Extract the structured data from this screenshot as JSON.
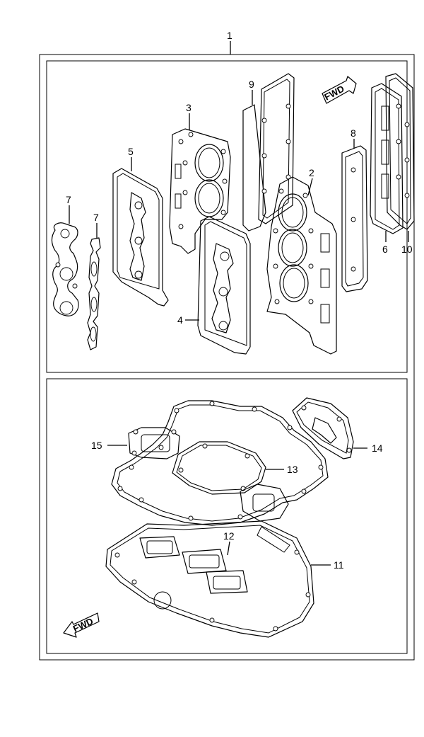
{
  "diagram": {
    "callouts": {
      "c1": "1",
      "c2": "2",
      "c3": "3",
      "c4": "4",
      "c5": "5",
      "c6": "6",
      "c7a": "7",
      "c7b": "7",
      "c8": "8",
      "c9": "9",
      "c10": "10",
      "c11": "11",
      "c12": "12",
      "c13": "13",
      "c14": "14",
      "c15": "15"
    },
    "fwd_top": "FWD",
    "fwd_bottom": "FWD"
  }
}
